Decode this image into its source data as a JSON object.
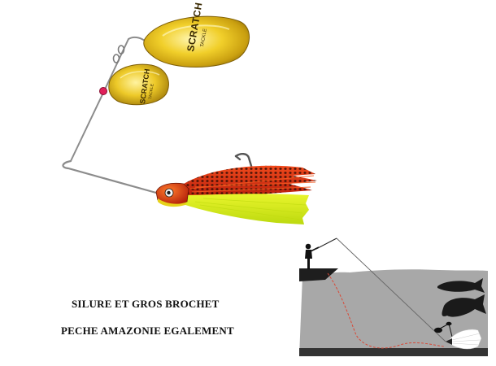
{
  "product": {
    "blade_brand": "SCRATCH",
    "blade_subbrand": "TACKLE"
  },
  "captions": {
    "line1": "SILURE ET GROS BROCHET",
    "line2": "PECHE AMAZONIE EGALEMENT"
  },
  "colors": {
    "blade_gold": "#e8c21a",
    "skirt_red": "#d9331a",
    "skirt_yellow": "#d8ec1c",
    "water_gray": "#a9a9a9",
    "bed_dark": "#2f2f2f"
  }
}
